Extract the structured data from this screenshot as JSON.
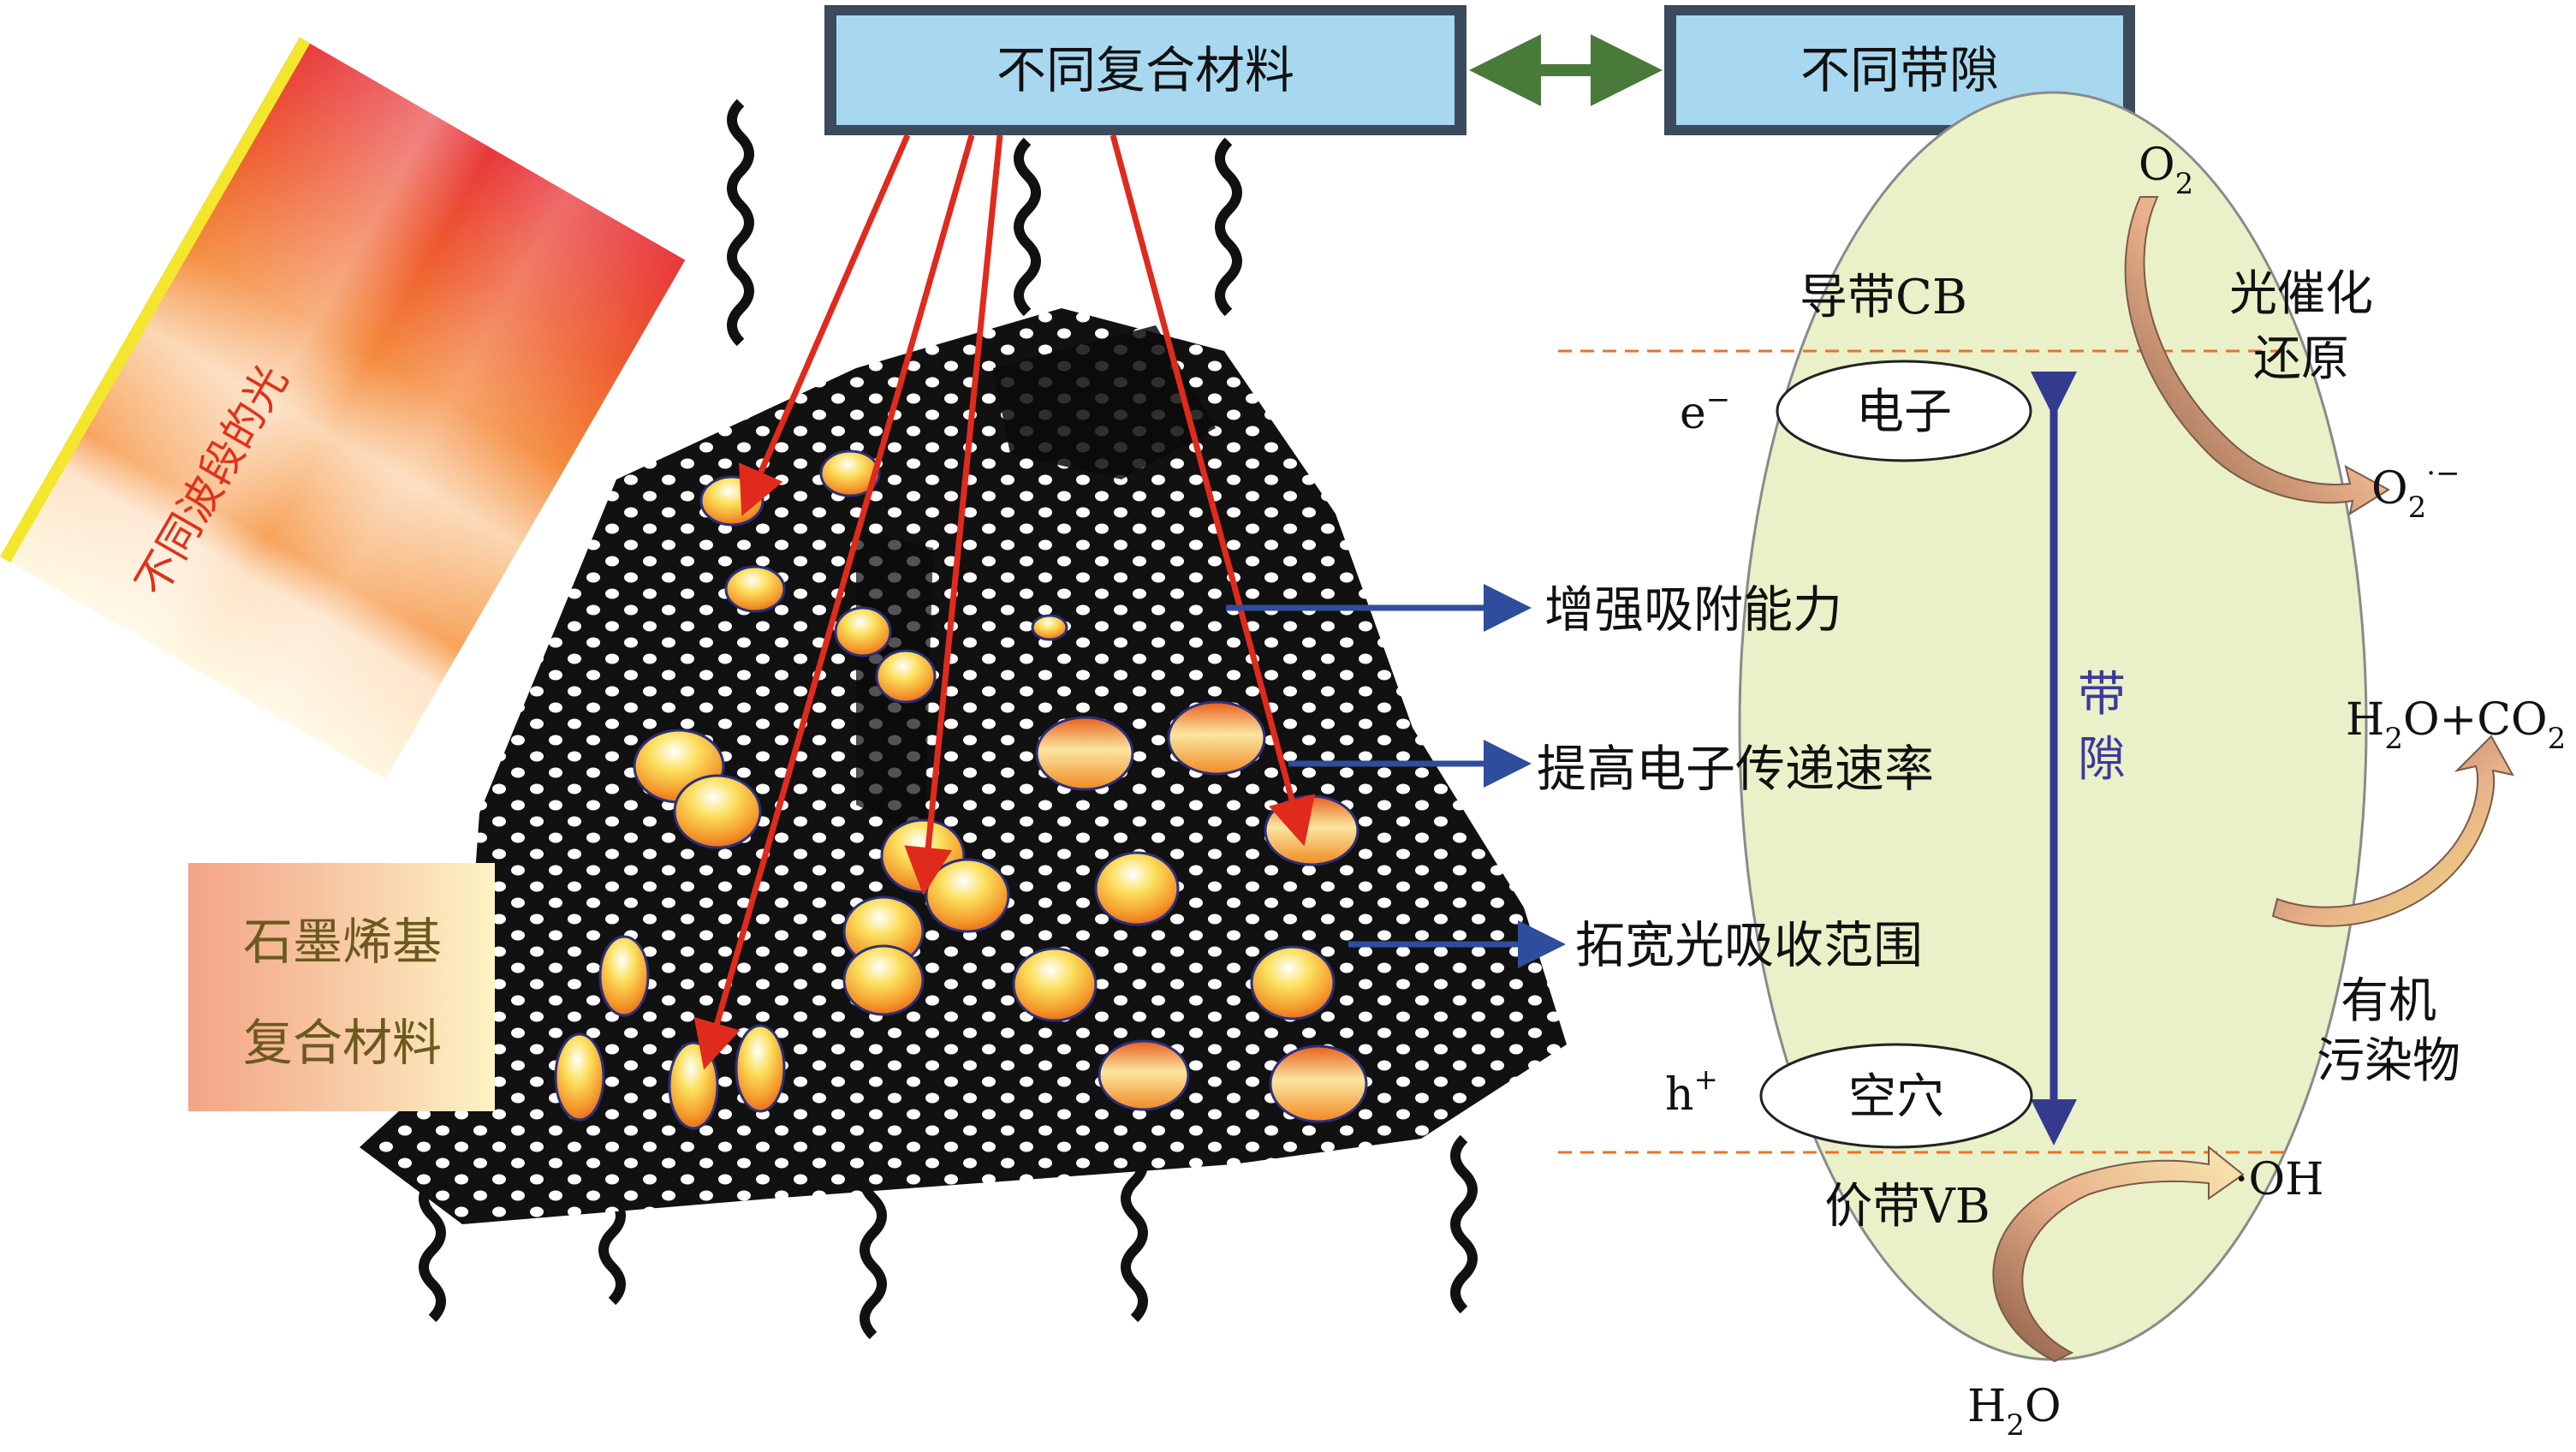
{
  "top_boxes": {
    "materials": "不同复合材料",
    "bandgaps": "不同带隙"
  },
  "light_panel": {
    "label": "不同波段的光"
  },
  "composite_label": {
    "line1": "石墨烯基",
    "line2": "复合材料"
  },
  "effects": {
    "adsorption": "增强吸附能力",
    "electron_transfer": "提高电子传递速率",
    "absorption_range": "拓宽光吸收范围"
  },
  "band": {
    "cb": "导带CB",
    "vb": "价带VB",
    "gap_char1": "带",
    "gap_char2": "隙",
    "electron_symbol": "e",
    "electron_charge": "−",
    "electron_label": "电子",
    "hole_symbol": "h",
    "hole_charge": "+",
    "hole_label": "空穴"
  },
  "reactions": {
    "o2_base": "O",
    "o2_sub": "2",
    "photo_line1": "光催化",
    "photo_line2": "还原",
    "superoxide_base": "O",
    "superoxide_sub": "2",
    "superoxide_sup": "·−",
    "products": "H2O+CO2",
    "products_part1": "H",
    "products_sub1": "2",
    "products_part2": "O+CO",
    "products_sub2": "2",
    "pollutant_line1": "有机",
    "pollutant_line2": "污染物",
    "hydroxyl": "·OH",
    "water_base": "H",
    "water_sub": "2",
    "water_tail": "O"
  },
  "colors": {
    "box_fill": "#a7d8f0",
    "box_border": "#3b4a5c",
    "double_arrow": "#4a7a3a",
    "red_arrow": "#e02a1c",
    "blue_arrow": "#2e4d9c",
    "ellipse_fill": "#eaf0c8",
    "dashed_line": "#e8732a",
    "gap_arrow": "#343a8e",
    "gap_text": "#3a3a9e",
    "light_text": "#e0321a",
    "composite_text": "#6b5a1e"
  }
}
